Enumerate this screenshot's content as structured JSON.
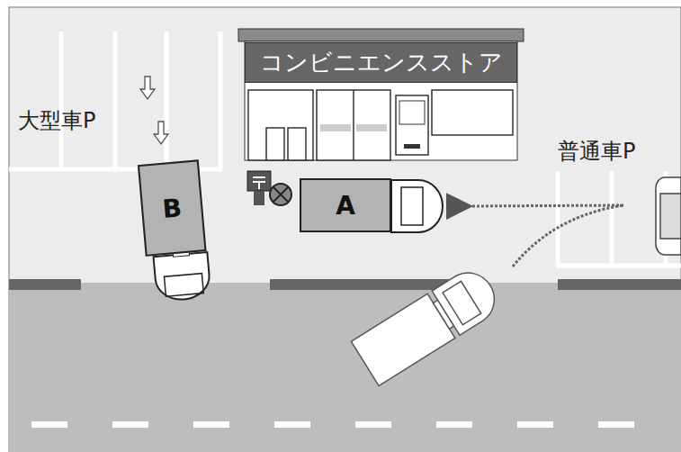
{
  "diagram": {
    "nodes": [
      {
        "text": [
          "コンビニエンスストア"
        ]
      },
      {
        "text": [
          "B"
        ]
      },
      {
        "text": [
          "A"
        ]
      }
    ],
    "labels": [
      "大型車P",
      "普通車P"
    ]
  }
}
